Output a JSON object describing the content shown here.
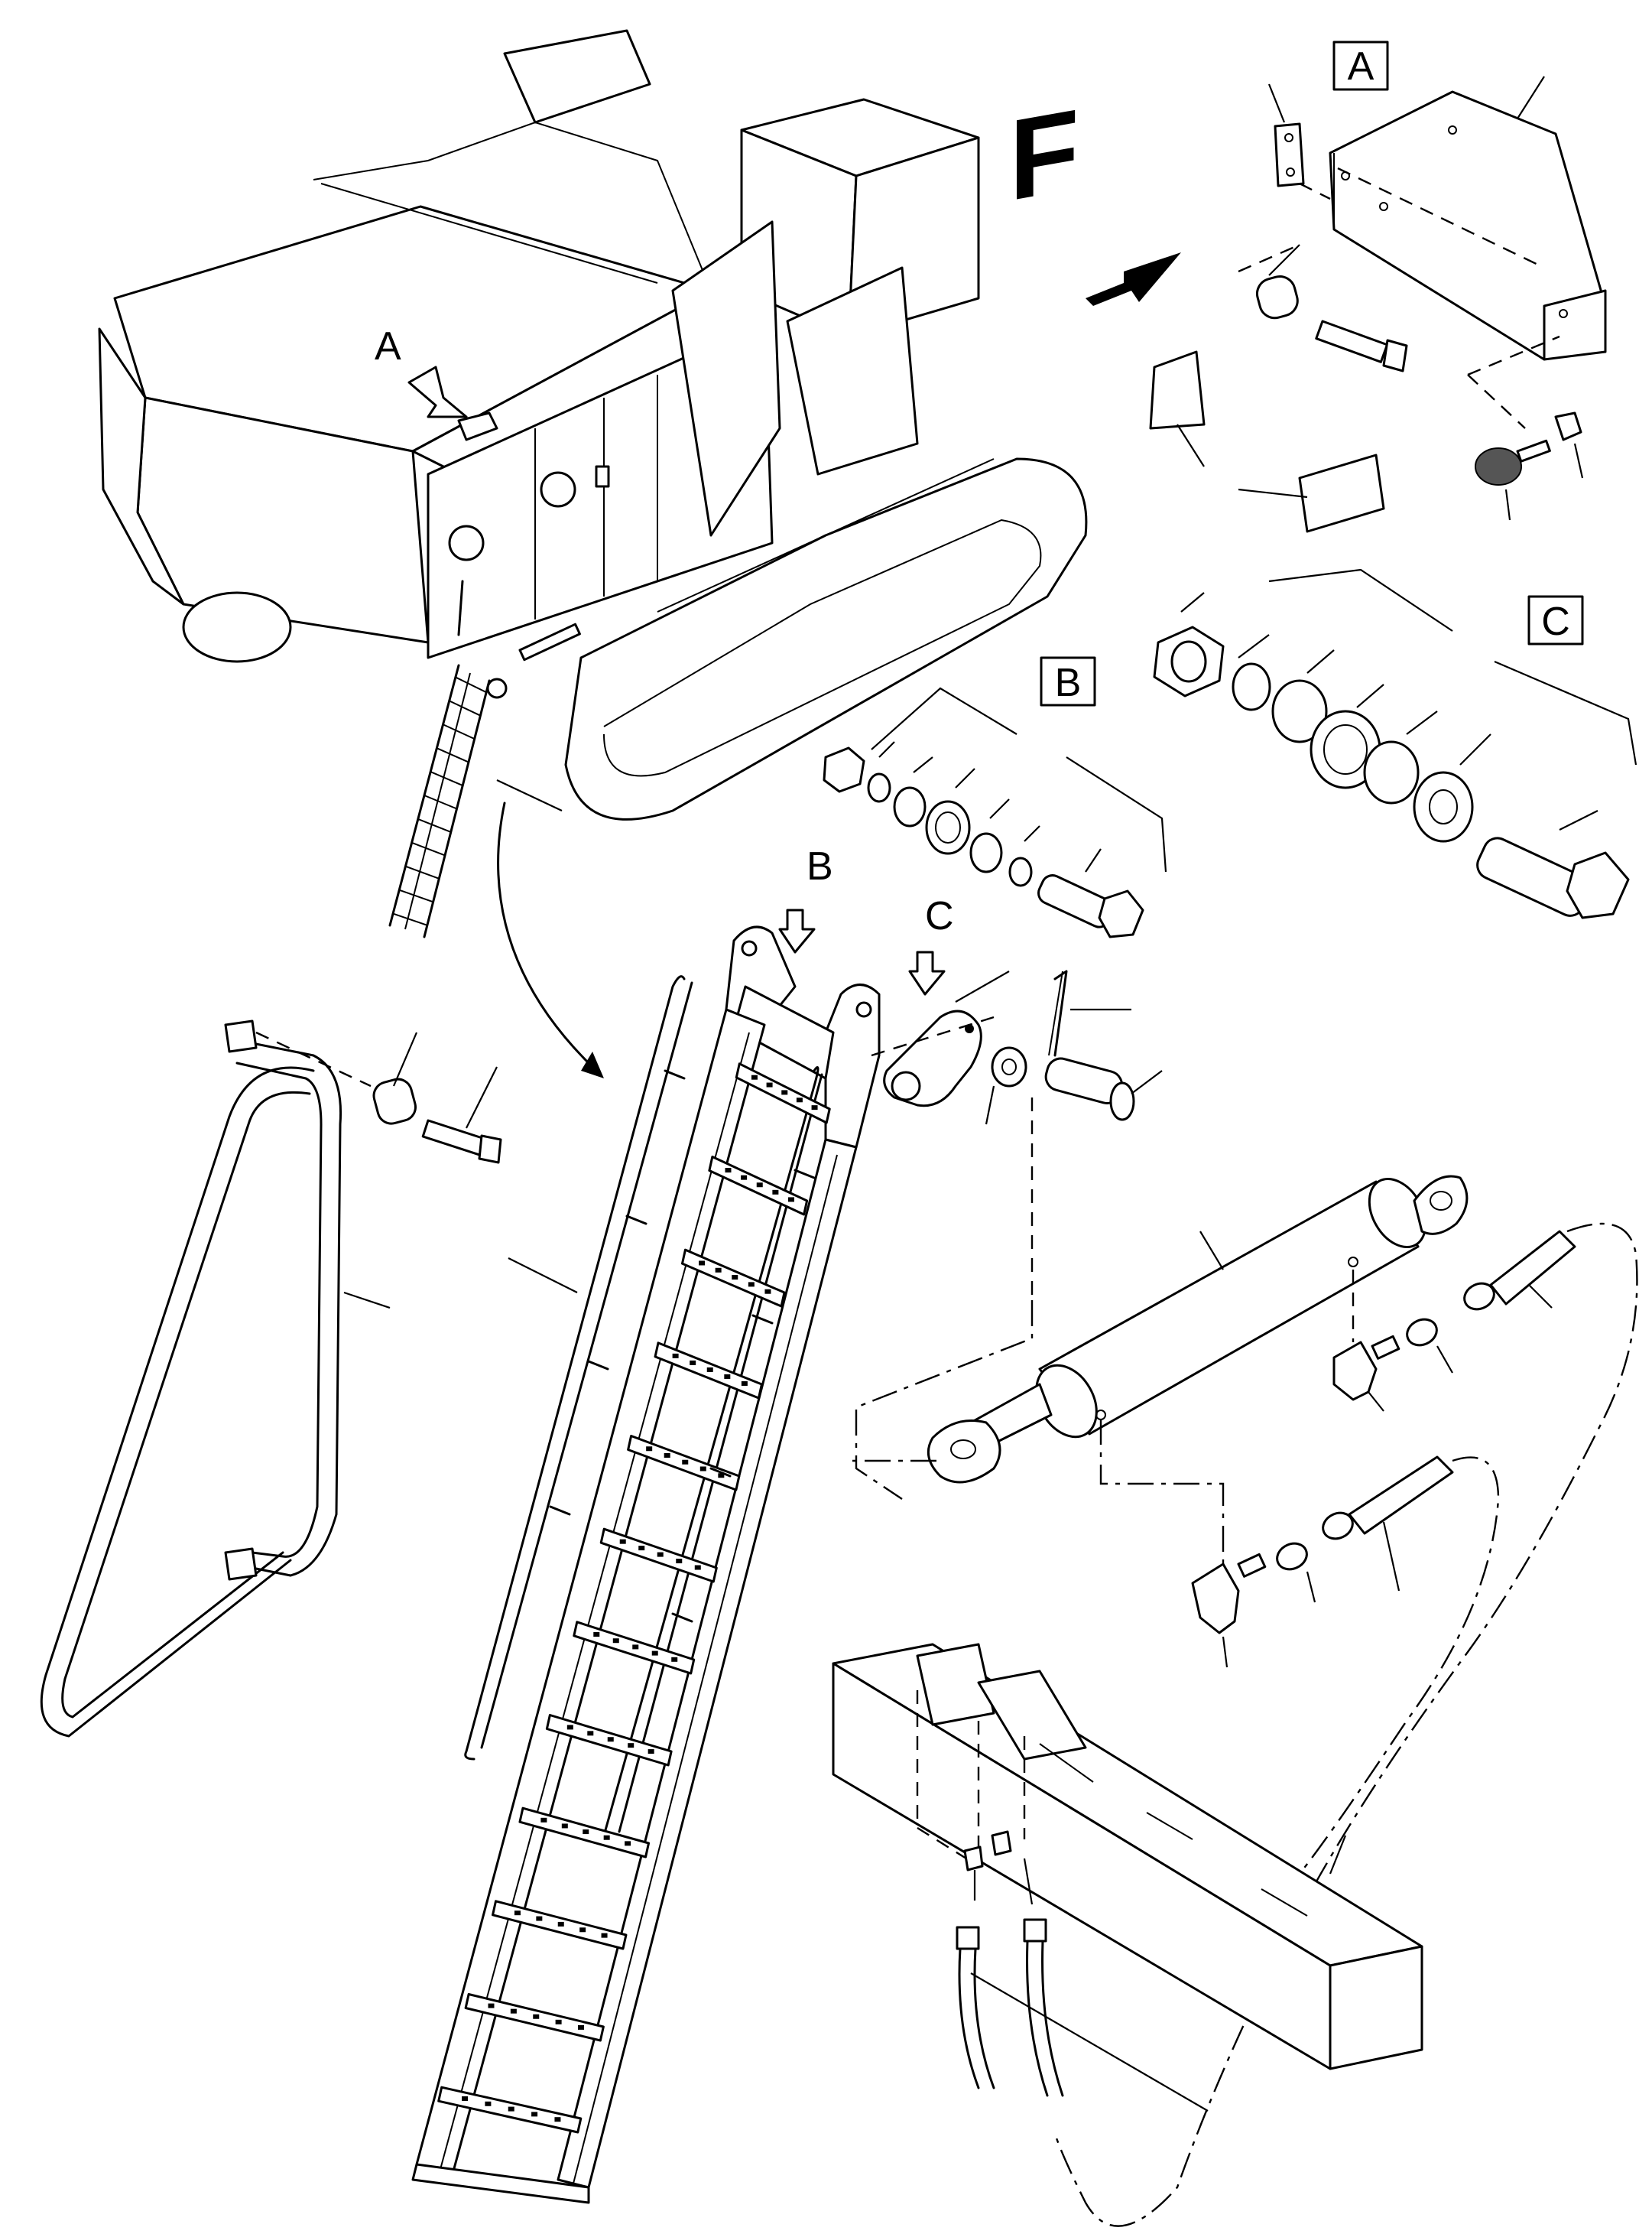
{
  "view_labels": {
    "machine_a": "A",
    "detail_b": "B",
    "detail_c": "C"
  },
  "detail_boxes": {
    "a": "A",
    "b": "B",
    "c": "C"
  },
  "forward_marker": "F"
}
